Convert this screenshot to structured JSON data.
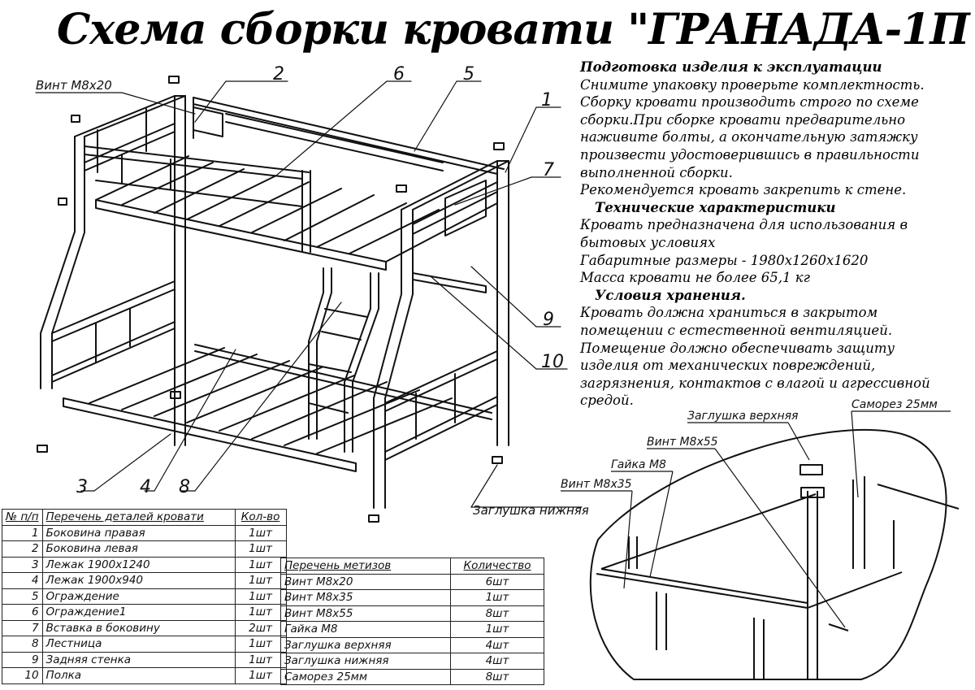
{
  "title": "Схема сборки кровати \"ГРАНАДА-1П  \"",
  "notes": {
    "prep_heading": "Подготовка изделия к эксплуатации",
    "prep_lines": [
      "Снимите упаковку проверьте комплектность.",
      "Сборку кровати производить строго по схеме",
      "сборки.При сборке кровати  предварительно",
      "наживите  болты, а окончательную затяжку",
      "произвести удостоверившись в правильности",
      "выполненной сборки.",
      "Рекомендуется кровать закрепить к стене."
    ],
    "tech_heading": "Технические характеристики",
    "tech_lines": [
      "Кровать предназначена для использования в",
      " бытовых условиях",
      "Габаритные размеры - 1980х1260х1620",
      "Масса кровати не более 65,1 кг"
    ],
    "storage_heading": "Условия хранения.",
    "storage_lines": [
      "Кровать должна храниться в закрытом",
      "помещении с естественной вентиляцией.",
      "Помещение должно обеспечивать защиту",
      "изделия от механических повреждений,",
      "загрязнения, контактов с влагой и агрессивной",
      "средой."
    ]
  },
  "callouts": {
    "n1": "1",
    "n2": "2",
    "n3": "3",
    "n4": "4",
    "n5": "5",
    "n6": "6",
    "n7": "7",
    "n8": "8",
    "n9": "9",
    "n10": "10",
    "vint_m8x20": "Винт М8х20",
    "zaglushka_nizh": "Заглушка нижняя",
    "zaglushka_verh": "Заглушка верхняя",
    "samorez": "Саморез 25мм",
    "vint_m8x55": "Винт М8х55",
    "gaika": "Гайка М8",
    "vint_m8x35": "Винт М8х35"
  },
  "parts_table": {
    "headers": [
      "№ п/п",
      "Перечень деталей кровати",
      "Кол-во"
    ],
    "rows": [
      [
        "1",
        "Боковина правая",
        "1шт"
      ],
      [
        "2",
        "Боковина левая",
        "1шт"
      ],
      [
        "3",
        "Лежак 1900х1240",
        "1шт"
      ],
      [
        "4",
        "Лежак 1900х940",
        "1шт"
      ],
      [
        "5",
        "Ограждение",
        "1шт"
      ],
      [
        "6",
        "Ограждение1",
        "1шт"
      ],
      [
        "7",
        "Вставка в боковину",
        "2шт"
      ],
      [
        "8",
        "Лестница",
        "1шт"
      ],
      [
        "9",
        "Задняя стенка",
        "1шт"
      ],
      [
        "10",
        "Полка",
        "1шт"
      ]
    ]
  },
  "hardware_table": {
    "headers": [
      "Перечень метизов",
      "Количество"
    ],
    "rows": [
      [
        "Винт М8х20",
        "6шт"
      ],
      [
        "Винт М8х35",
        "1шт"
      ],
      [
        "Винт М8х55",
        "8шт"
      ],
      [
        "Гайка М8",
        "1шт"
      ],
      [
        "Заглушка верхняя",
        "4шт"
      ],
      [
        "Заглушка нижняя",
        "4шт"
      ],
      [
        "Саморез 25мм",
        "8шт"
      ]
    ]
  }
}
